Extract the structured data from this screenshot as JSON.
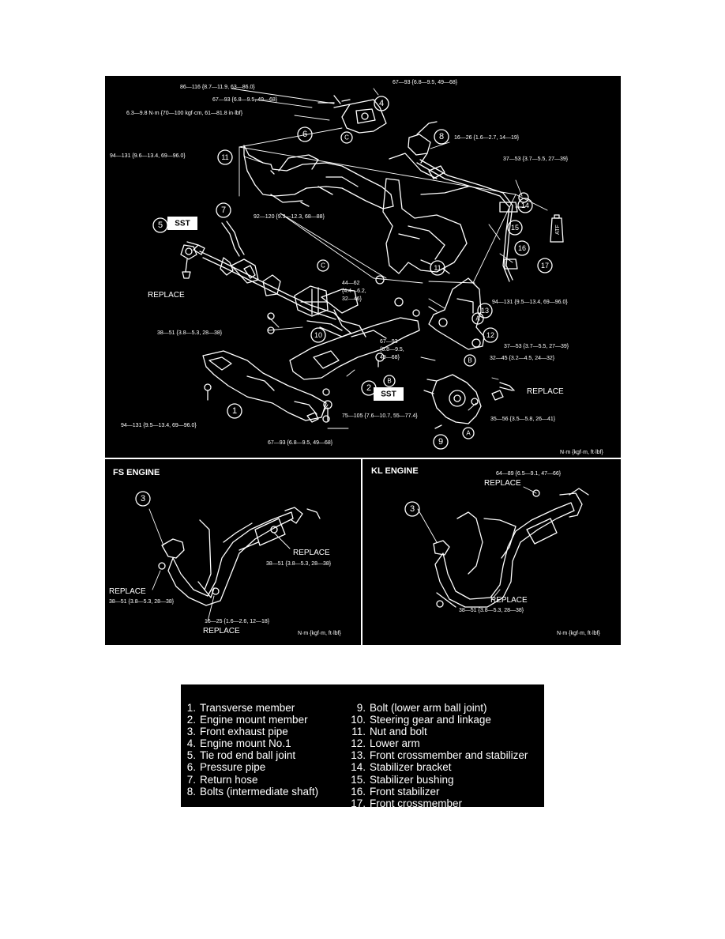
{
  "diagram": {
    "top_labels": {
      "t1": "86—116 {8.7—11.9, 63—86.0}",
      "t2": "67—93 {6.8—9.5, 49—68}",
      "t3": "6.3—9.8 N·m {70—100 kgf·cm, 61—81.8 in·lbf}",
      "t4": "67—93 {6.8—9.5, 49—68}",
      "t5": "16—26 {1.6—2.7, 14—19}",
      "t6": "94—131 {9.6—13.4, 69—96.0}",
      "t7": "37—53 {3.7—5.5, 27—39}",
      "t8": "92—120 {9.3—12.3, 68—88}",
      "t9": "44—62",
      "t10": "{4.4—6.2,",
      "t11": "32—46}",
      "t12": "94—131 {9.5—13.4, 69—96.0}",
      "t13": "38—51 {3.8—5.3, 28—38}",
      "t14": "67—93",
      "t15": "{6.8—9.5,",
      "t16": "49—68}",
      "t17": "37—53 {3.7—5.5, 27—39}",
      "t18": "32—45 {3.2—4.5, 24—32}",
      "t19": "REPLACE",
      "t20": "94—131 {9.5—13.4, 69—96.0}",
      "t21": "75—105 {7.6—10.7, 55—77.4}",
      "t22": "35—56 {3.5—5.8, 26—41}",
      "t23": "67—93 {6.8—9.5, 49—68}",
      "t24": "REPLACE",
      "t25": "N·m {kgf·m, ft·lbf}"
    },
    "sst": "SST",
    "callouts": [
      "1",
      "2",
      "3",
      "4",
      "5",
      "6",
      "7",
      "8",
      "9",
      "10",
      "11",
      "12",
      "13",
      "14",
      "15",
      "16",
      "17"
    ],
    "letters": [
      "A",
      "B",
      "C"
    ],
    "fs_engine": {
      "heading": "FS ENGINE",
      "replace_1": "REPLACE",
      "torque_1": "38—51 {3.8—5.3, 28—38}",
      "replace_2": "REPLACE",
      "torque_2": "38—51 {3.8—5.3, 28—38}",
      "torque_3": "16—25 {1.6—2.6, 12—18}",
      "replace_3": "REPLACE",
      "units": "N·m {kgf·m, ft·lbf}"
    },
    "kl_engine": {
      "heading": "KL ENGINE",
      "torque_1": "64—89 {6.5—9.1, 47—66}",
      "replace_1": "REPLACE",
      "replace_2": "REPLACE",
      "torque_2": "38—51 {3.8—5.3, 28—38}",
      "units": "N·m {kgf·m, ft·lbf}"
    },
    "bottle_label": "ATF"
  },
  "legend": {
    "left": [
      {
        "num": "1.",
        "text": "Transverse member"
      },
      {
        "num": "2.",
        "text": "Engine mount member"
      },
      {
        "num": "3.",
        "text": "Front exhaust pipe"
      },
      {
        "num": "4.",
        "text": "Engine mount No.1"
      },
      {
        "num": "5.",
        "text": "Tie rod end ball joint"
      },
      {
        "num": "6.",
        "text": "Pressure pipe"
      },
      {
        "num": "7.",
        "text": "Return hose"
      },
      {
        "num": "8.",
        "text": "Bolts (intermediate shaft)"
      }
    ],
    "right": [
      {
        "num": "9.",
        "text": "Bolt (lower arm ball joint)"
      },
      {
        "num": "10.",
        "text": "Steering gear and linkage"
      },
      {
        "num": "11.",
        "text": "Nut and bolt"
      },
      {
        "num": "12.",
        "text": "Lower arm"
      },
      {
        "num": "13.",
        "text": "Front crossmember and stabilizer"
      },
      {
        "num": "14.",
        "text": "Stabilizer bracket"
      },
      {
        "num": "15.",
        "text": "Stabilizer bushing"
      },
      {
        "num": "16.",
        "text": "Front stabilizer"
      },
      {
        "num": "17.",
        "text": "Front crossmember"
      }
    ]
  }
}
